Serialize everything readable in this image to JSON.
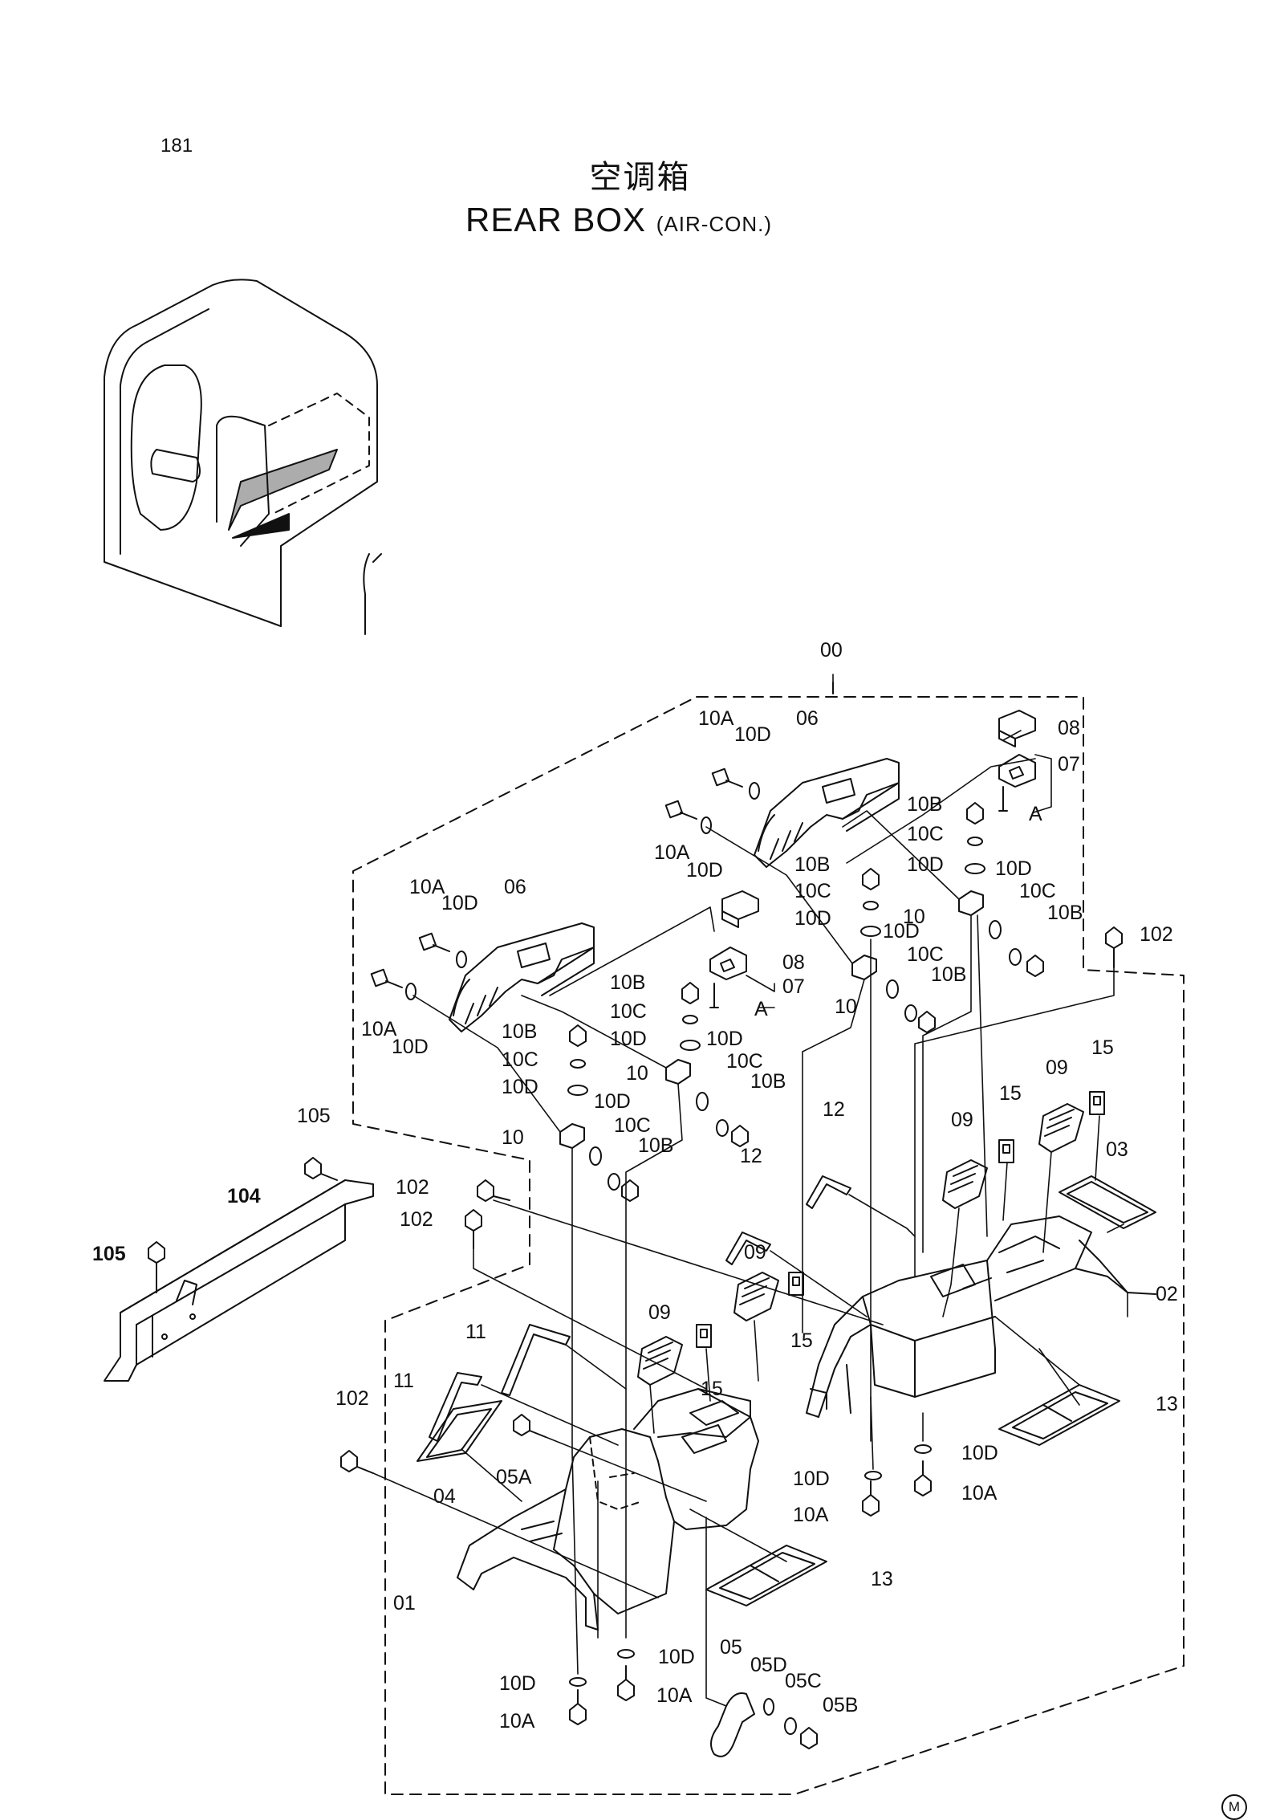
{
  "page_number": "181",
  "title_cn": "空调箱",
  "title_en": "REAR BOX",
  "title_en_sub": "(AIR-CON.)",
  "corner_mark": "M",
  "labels": {
    "00": "00",
    "01": "01",
    "02": "02",
    "03": "03",
    "04": "04",
    "05": "05",
    "05A": "05A",
    "05B": "05B",
    "05C": "05C",
    "05D": "05D",
    "06": "06",
    "07": "07",
    "08": "08",
    "09": "09",
    "10": "10",
    "10A": "10A",
    "10B": "10B",
    "10C": "10C",
    "10D": "10D",
    "11": "11",
    "12": "12",
    "13": "13",
    "15": "15",
    "102": "102",
    "104": "104",
    "105": "105",
    "A": "A"
  }
}
